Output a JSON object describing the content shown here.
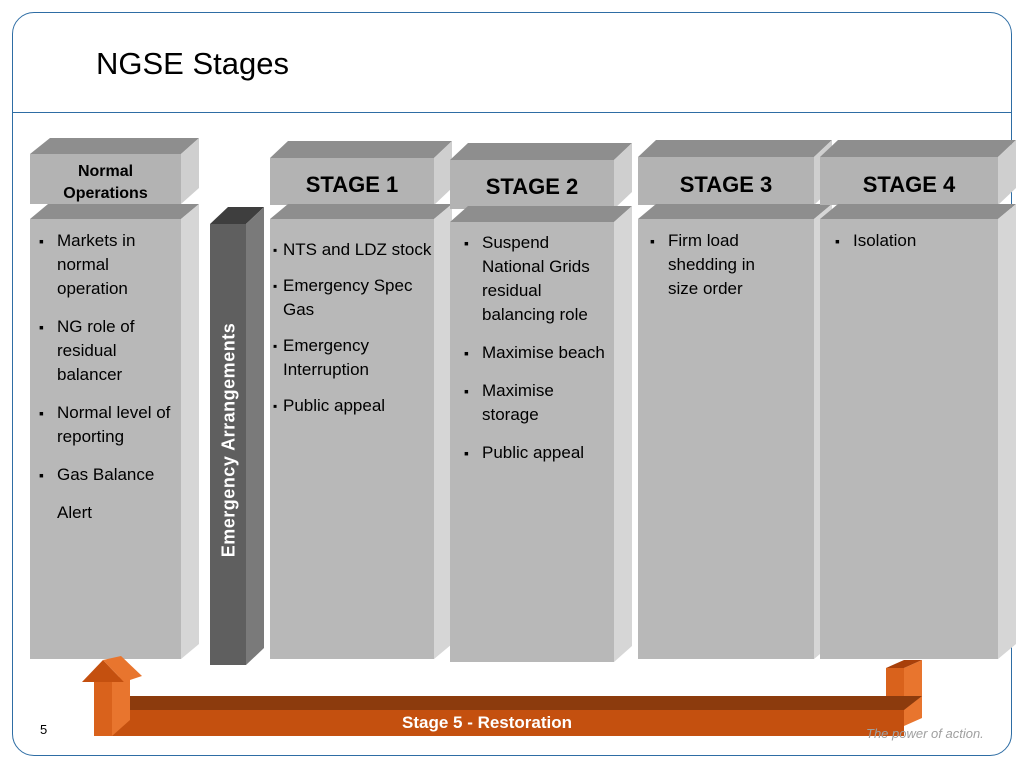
{
  "slide": {
    "title": "NGSE Stages",
    "page_number": "5",
    "tagline": "The power of action."
  },
  "normal": {
    "heading_line1": "Normal",
    "heading_line2": "Operations",
    "items": [
      "Markets in normal operation",
      "NG role of residual balancer",
      "Normal level of reporting",
      "Gas Balance"
    ],
    "extra": "Alert"
  },
  "emergency": {
    "label": "Emergency Arrangements"
  },
  "stage1": {
    "heading": "STAGE 1",
    "items": [
      "NTS and LDZ stock",
      "Emergency Spec Gas",
      "Emergency Interruption",
      "Public appeal"
    ]
  },
  "stage2": {
    "heading": "STAGE 2",
    "items": [
      "Suspend National Grids residual balancing role",
      "Maximise beach",
      "Maximise storage",
      "Public appeal"
    ]
  },
  "stage3": {
    "heading": "STAGE 3",
    "items": [
      "Firm load shedding in size order"
    ]
  },
  "stage4": {
    "heading": "STAGE 4",
    "items": [
      "Isolation"
    ]
  },
  "stage5": {
    "label": "Stage 5 - Restoration"
  },
  "colors": {
    "frame": "#2e6da4",
    "box_face": "#b8b8b8",
    "box_side": "#d4d4d4",
    "box_top": "#8e8e8e",
    "emergency_bar": "#5f5f5f",
    "restoration": "#c4500f"
  }
}
